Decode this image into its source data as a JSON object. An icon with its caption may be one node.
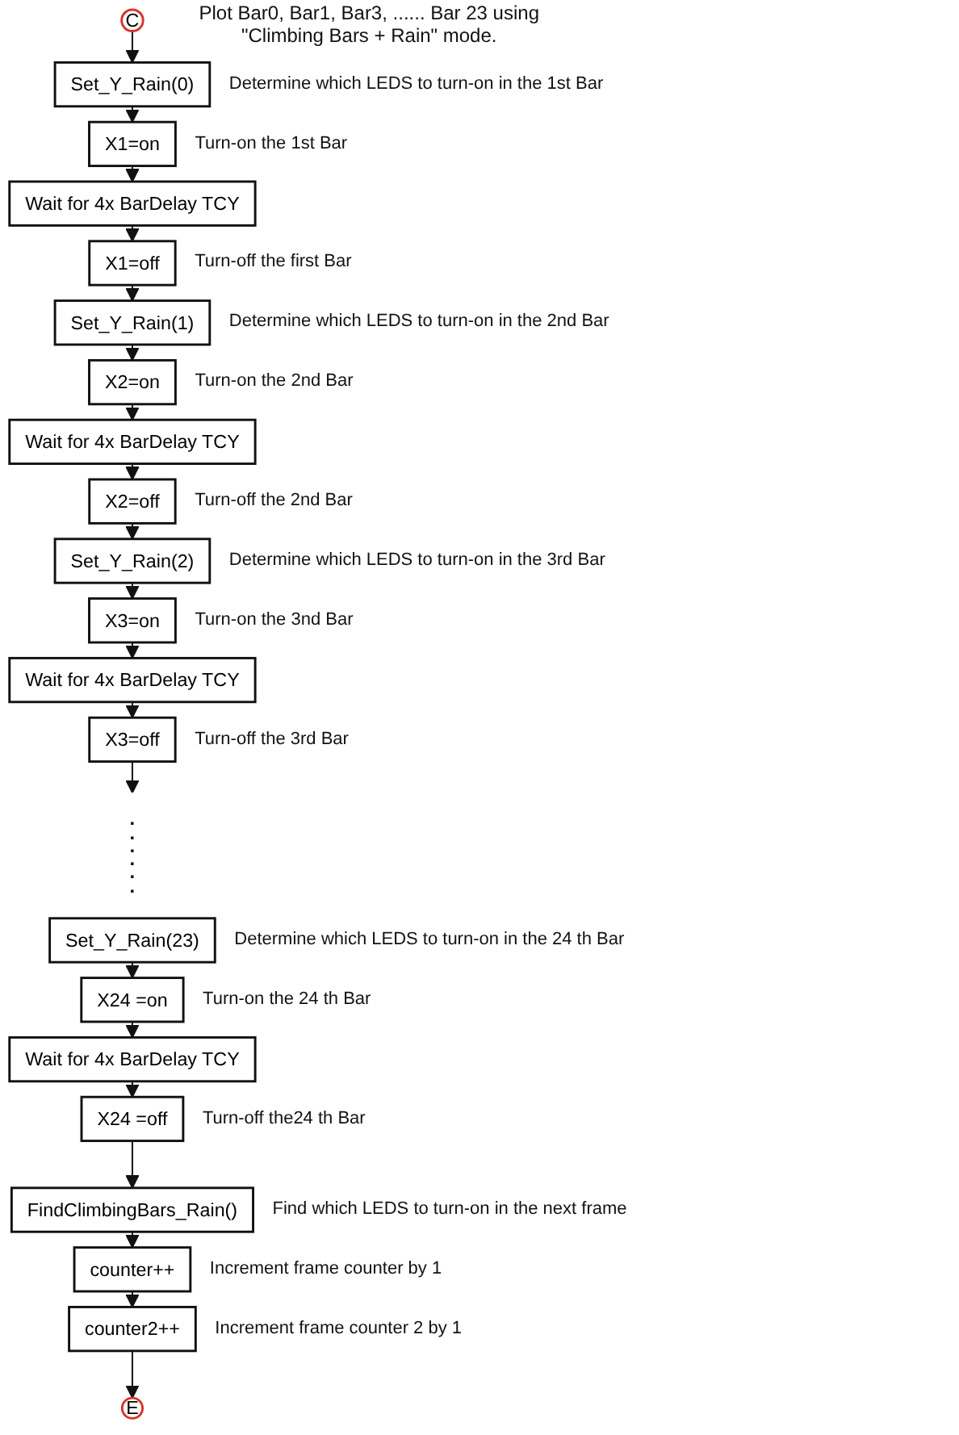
{
  "diagram": {
    "title": "Plot Bar0, Bar1, Bar3, ...... Bar 23 using \"Climbing Bars + Rain\" mode.",
    "nodes": [
      {
        "text": [
          "C"
        ]
      },
      {
        "text": [
          "Set_Y_Rain(0)"
        ],
        "beside": [
          "Determine which LEDS to turn-on in the 1st Bar"
        ]
      },
      {
        "text": [
          "X1=on"
        ],
        "beside": [
          "Turn-on the 1st Bar"
        ]
      },
      {
        "text": [
          "Wait for 4x BarDelay TCY"
        ]
      },
      {
        "text": [
          "X1=off"
        ],
        "beside": [
          "Turn-off the first Bar"
        ]
      },
      {
        "text": [
          "Set_Y_Rain(1)"
        ],
        "beside": [
          "Determine which LEDS to turn-on in the 2nd Bar"
        ]
      },
      {
        "text": [
          "X2=on"
        ],
        "beside": [
          "Turn-on the 2nd Bar"
        ]
      },
      {
        "text": [
          "Wait for 4x BarDelay TCY"
        ]
      },
      {
        "text": [
          "X2=off"
        ],
        "beside": [
          "Turn-off the 2nd Bar"
        ]
      },
      {
        "text": [
          "Set_Y_Rain(2)"
        ],
        "beside": [
          "Determine which LEDS to turn-on in the 3rd Bar"
        ]
      },
      {
        "text": [
          "X3=on"
        ],
        "beside": [
          "Turn-on the 3nd Bar"
        ]
      },
      {
        "text": [
          "Wait for 4x BarDelay TCY"
        ]
      },
      {
        "text": [
          "X3=off"
        ],
        "beside": [
          "Turn-off the 3rd Bar"
        ]
      },
      {
        "text": [
          "Set_Y_Rain(23)"
        ],
        "beside": [
          "Determine which LEDS to turn-on in the 24 th Bar"
        ]
      },
      {
        "text": [
          "X24 =on"
        ],
        "beside": [
          "Turn-on the 24 th Bar"
        ]
      },
      {
        "text": [
          "Wait for 4x BarDelay TCY"
        ]
      },
      {
        "text": [
          "X24 =off"
        ],
        "beside": [
          "Turn-off the24 th Bar"
        ]
      },
      {
        "text": [
          "FindClimbingBars_Rain()"
        ],
        "beside": [
          "Find which LEDS to turn-on in the next frame"
        ]
      },
      {
        "text": [
          "counter++"
        ],
        "beside": [
          "Increment frame counter by 1"
        ]
      },
      {
        "text": [
          "counter2++"
        ],
        "beside": [
          "Increment frame counter 2 by 1"
        ]
      },
      {
        "text": [
          "E"
        ]
      }
    ],
    "edges": [
      {
        "from": 0,
        "to": 1,
        "arrow": "to"
      },
      {
        "from": 1,
        "to": 2,
        "arrow": "to"
      },
      {
        "from": 2,
        "to": 3,
        "arrow": "to"
      },
      {
        "from": 3,
        "to": 4,
        "arrow": "to"
      },
      {
        "from": 4,
        "to": 5,
        "arrow": "to"
      },
      {
        "from": 5,
        "to": 6,
        "arrow": "to"
      },
      {
        "from": 6,
        "to": 7,
        "arrow": "to"
      },
      {
        "from": 7,
        "to": 8,
        "arrow": "to"
      },
      {
        "from": 8,
        "to": 9,
        "arrow": "to"
      },
      {
        "from": 9,
        "to": 10,
        "arrow": "to"
      },
      {
        "from": 10,
        "to": 11,
        "arrow": "to"
      },
      {
        "from": 11,
        "to": 12,
        "arrow": "to"
      },
      {
        "from": 12,
        "to": null,
        "arrow": "to"
      },
      {
        "from": 13,
        "to": 14,
        "arrow": "to"
      },
      {
        "from": 14,
        "to": 15,
        "arrow": "to"
      },
      {
        "from": 15,
        "to": 16,
        "arrow": "to"
      },
      {
        "from": 16,
        "to": 17,
        "arrow": "to"
      },
      {
        "from": 17,
        "to": 18,
        "arrow": "to"
      },
      {
        "from": 18,
        "to": 19,
        "arrow": "to"
      },
      {
        "from": 19,
        "to": 20,
        "arrow": "to"
      }
    ],
    "labels": [
      ".",
      ".",
      ".",
      ".",
      ".",
      "."
    ]
  }
}
